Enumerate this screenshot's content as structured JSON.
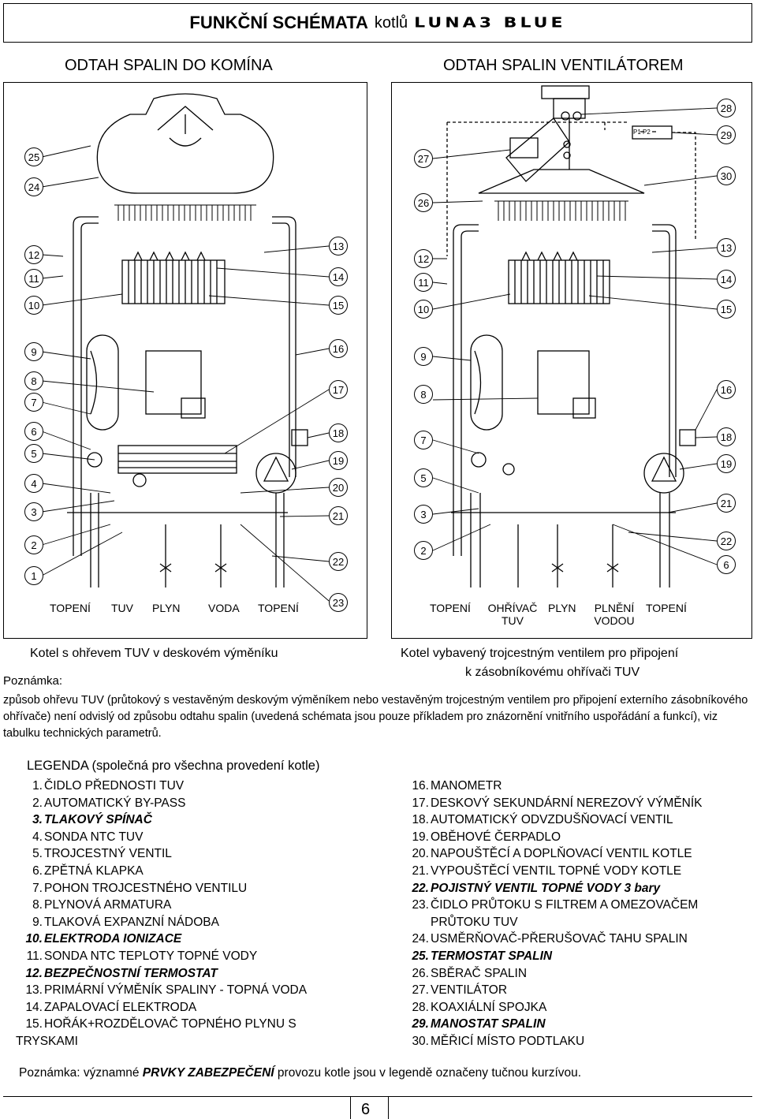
{
  "header": {
    "title": "FUNKČNÍ SCHÉMATA",
    "kotlu": "kotlů",
    "brand": "LUNA3 BLUE"
  },
  "left_panel": {
    "title": "ODTAH SPALIN DO KOMÍNA",
    "caption": "Kotel s ohřevem TUV v deskovém výměníku",
    "numbers": [
      "25",
      "24",
      "12",
      "11",
      "10",
      "9",
      "8",
      "7",
      "6",
      "5",
      "4",
      "3",
      "2",
      "1",
      "13",
      "14",
      "15",
      "16",
      "17",
      "18",
      "19",
      "20",
      "21",
      "22",
      "23"
    ],
    "connections": [
      "TOPENÍ",
      "TUV",
      "PLYN",
      "VODA",
      "TOPENÍ"
    ]
  },
  "right_panel": {
    "title": "ODTAH SPALIN VENTILÁTOREM",
    "caption_line1": "Kotel vybavený trojcestným ventilem pro připojení",
    "caption_line2": "k zásobníkovému ohřívači TUV",
    "numbers": [
      "28",
      "29",
      "30",
      "27",
      "26",
      "12",
      "11",
      "10",
      "9",
      "8",
      "7",
      "5",
      "3",
      "2",
      "13",
      "14",
      "15",
      "16",
      "18",
      "19",
      "21",
      "22",
      "6"
    ],
    "connections": [
      "TOPENÍ",
      "OHŘÍVAČ TUV",
      "PLYN",
      "PLNĚNÍ VODOU",
      "TOPENÍ"
    ],
    "pressure_switch_labels": [
      "P1",
      "P2"
    ]
  },
  "note": {
    "label": "Poznámka:",
    "text": "způsob ohřevu TUV (průtokový s vestavěným deskovým výměníkem nebo vestavěným trojcestným ventilem pro připojení externího zásobníkového ohřívače) není odvislý od způsobu odtahu spalin (uvedená schémata jsou pouze příkladem pro znázornění vnitřního uspořádání a funkcí), viz tabulku technických parametrů."
  },
  "legend": {
    "title": "LEGENDA  (společná pro všechna provedení kotle)",
    "left": [
      {
        "n": "1.",
        "t": "ČIDLO PŘEDNOSTI TUV",
        "safety": false
      },
      {
        "n": "2.",
        "t": "AUTOMATICKÝ BY-PASS",
        "safety": false
      },
      {
        "n": "3.",
        "t": "TLAKOVÝ SPÍNAČ",
        "safety": true
      },
      {
        "n": "4.",
        "t": "SONDA NTC TUV",
        "safety": false
      },
      {
        "n": "5.",
        "t": "TROJCESTNÝ VENTIL",
        "safety": false
      },
      {
        "n": "6.",
        "t": "ZPĚTNÁ KLAPKA",
        "safety": false
      },
      {
        "n": "7.",
        "t": "POHON TROJCESTNÉHO VENTILU",
        "safety": false
      },
      {
        "n": "8.",
        "t": "PLYNOVÁ ARMATURA",
        "safety": false
      },
      {
        "n": "9.",
        "t": "TLAKOVÁ EXPANZNÍ NÁDOBA",
        "safety": false
      },
      {
        "n": "10.",
        "t": "ELEKTRODA IONIZACE",
        "safety": true
      },
      {
        "n": "11.",
        "t": "SONDA NTC TEPLOTY TOPNÉ VODY",
        "safety": false
      },
      {
        "n": "12.",
        "t": "BEZPEČNOSTNÍ TERMOSTAT",
        "safety": true
      },
      {
        "n": "13.",
        "t": "PRIMÁRNÍ VÝMĚNÍK SPALINY - TOPNÁ VODA",
        "safety": false
      },
      {
        "n": "14.",
        "t": "ZAPALOVACÍ ELEKTRODA",
        "safety": false
      },
      {
        "n": "15.",
        "t": "HOŘÁK+ROZDĚLOVAČ TOPNÉHO PLYNU S",
        "safety": false
      }
    ],
    "left_wrap": "TRYSKAMI",
    "right": [
      {
        "n": "16.",
        "t": "MANOMETR",
        "safety": false
      },
      {
        "n": "17.",
        "t": "DESKOVÝ SEKUNDÁRNÍ NEREZOVÝ VÝMĚNÍK",
        "safety": false
      },
      {
        "n": "18.",
        "t": "AUTOMATICKÝ  ODVZDUŠŇOVACÍ VENTIL",
        "safety": false
      },
      {
        "n": "19.",
        "t": "OBĚHOVÉ ČERPADLO",
        "safety": false
      },
      {
        "n": "20.",
        "t": "NAPOUŠTĚCÍ A DOPLŇOVACÍ VENTIL KOTLE",
        "safety": false
      },
      {
        "n": "21.",
        "t": "VYPOUŠTĚCÍ VENTIL TOPNÉ VODY KOTLE",
        "safety": false
      },
      {
        "n": "22.",
        "t": "POJISTNÝ VENTIL TOPNÉ VODY 3 bary",
        "safety": true
      },
      {
        "n": "23.",
        "t": "ČIDLO PRŮTOKU S FILTREM A OMEZOVAČEM",
        "safety": false
      },
      {
        "n": "",
        "t": "PRŮTOKU TUV",
        "safety": false
      },
      {
        "n": "24.",
        "t": "USMĚRŇOVAČ-PŘERUŠOVAČ TAHU SPALIN",
        "safety": false
      },
      {
        "n": "25.",
        "t": "TERMOSTAT SPALIN",
        "safety": true
      },
      {
        "n": "26.",
        "t": "SBĚRAČ SPALIN",
        "safety": false
      },
      {
        "n": "27.",
        "t": "VENTILÁTOR",
        "safety": false
      },
      {
        "n": "28.",
        "t": "KOAXIÁLNÍ SPOJKA",
        "safety": false
      },
      {
        "n": "29.",
        "t": "MANOSTAT SPALIN",
        "safety": true
      },
      {
        "n": "30.",
        "t": "MĚŘICÍ MÍSTO PODTLAKU",
        "safety": false
      }
    ]
  },
  "footnote": {
    "prefix": "Poznámka: významné ",
    "emph": "PRVKY ZABEZPEČENÍ",
    "suffix": " provozu kotle jsou v legendě označeny tučnou kurzívou."
  },
  "page_number": "6"
}
